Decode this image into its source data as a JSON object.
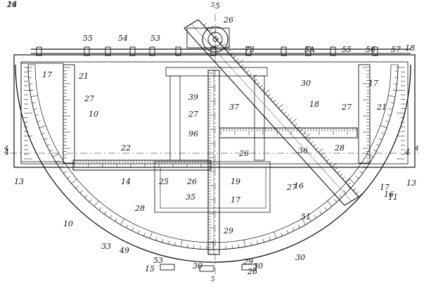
{
  "labels": [
    "5",
    "26",
    "55",
    "54",
    "53",
    "73",
    "5A",
    "55",
    "56",
    "57",
    "18",
    "17",
    "21",
    "27",
    "10",
    "39",
    "37",
    "30",
    "18",
    "27",
    "17",
    "21",
    "27",
    "96",
    "22",
    "25",
    "4",
    "26",
    "36",
    "28",
    "13",
    "4",
    "13",
    "26",
    "19",
    "17",
    "16",
    "14",
    "28",
    "35",
    "27",
    "17",
    "16",
    "11",
    "10",
    "51",
    "33",
    "49",
    "53",
    "29",
    "15",
    "30",
    "30",
    "30",
    "29",
    "26",
    "14",
    "26"
  ],
  "view_marks": [
    "5",
    "5",
    "4",
    "4"
  ]
}
